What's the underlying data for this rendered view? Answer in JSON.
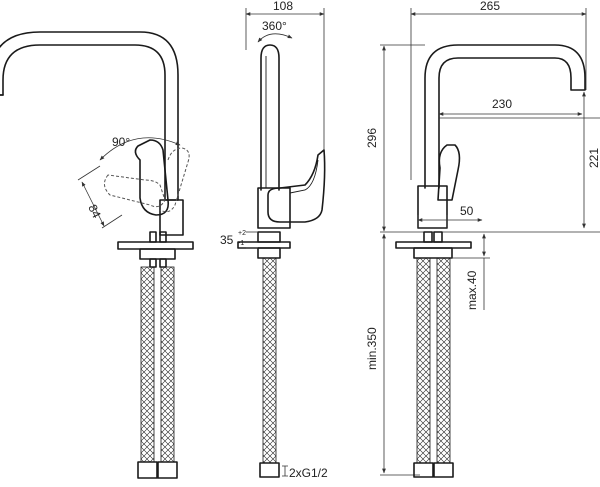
{
  "views": {
    "front": {
      "dims": {
        "angle": "90°",
        "handle_length": "84"
      }
    },
    "side": {
      "dims": {
        "width": "108",
        "rotation": "360°",
        "deck": "35",
        "tol_plus": "+2",
        "tol_minus": "-1",
        "connection": "2xG1/2"
      }
    },
    "right": {
      "dims": {
        "reach": "265",
        "height": "296",
        "inner_reach": "230",
        "spout_height": "221",
        "base": "50",
        "deck_max": "max.40",
        "hose_min": "min.350"
      }
    }
  },
  "colors": {
    "line": "#1a1a1a",
    "background": "#ffffff"
  }
}
